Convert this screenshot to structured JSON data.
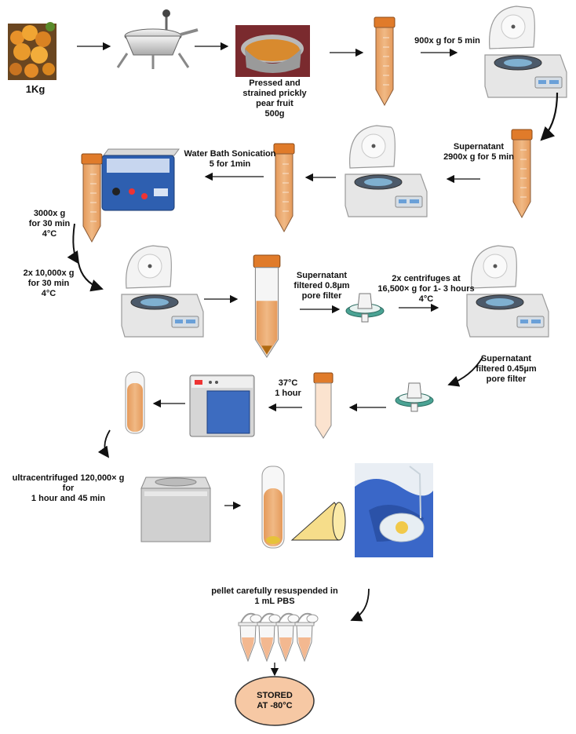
{
  "labels": {
    "start_mass": "1Kg",
    "pressed": "Pressed and\nstrained prickly\npear fruit\n500g",
    "spin1": "900x g for 5 min",
    "spin2": "Supernatant\n2900x g for 5 min",
    "sonication": "Water Bath Sonication\n5 for 1min",
    "spin3": "3000x g\nfor 30 min\n4°C",
    "spin4": "2x 10,000x g\nfor 30 min\n4°C",
    "filter1": "Supernatant\nfiltered 0.8µm\npore filter",
    "spin5": "2x centrifuges at\n16,500× g for 1- 3 hours\n4°C",
    "filter2": "Supernatant\nfiltered 0.45µm\npore filter",
    "incubate": "37°C\n1 hour",
    "ultra": "ultracentrifuged 120,000× g\nfor\n1 hour and 45 min",
    "resuspend": "pellet carefully resuspended in\n1 mL PBS",
    "stored": "STORED\nAT -80°C"
  },
  "colors": {
    "tube_orange": "#e9a56a",
    "cap_orange": "#e07b2a",
    "centrifuge_body": "#ececec",
    "sonicator_blue": "#2e5fb0",
    "incubator_blue": "#3d6cc0",
    "filter_green": "#4aa394",
    "pellet_cone": "#f6dd8a",
    "stored_fill": "#f6c8a4",
    "glove_blue": "#3a67c8"
  },
  "icons": [
    "fruit-photo-icon",
    "food-mill-icon",
    "pot-photo-icon",
    "falcon-tube-icon",
    "centrifuge-icon",
    "sonicator-icon",
    "syringe-filter-icon",
    "incubator-icon",
    "test-tube-icon",
    "ultracentrifuge-icon",
    "pellet-cone-icon",
    "gloved-hand-photo-icon",
    "microtube-icon"
  ]
}
